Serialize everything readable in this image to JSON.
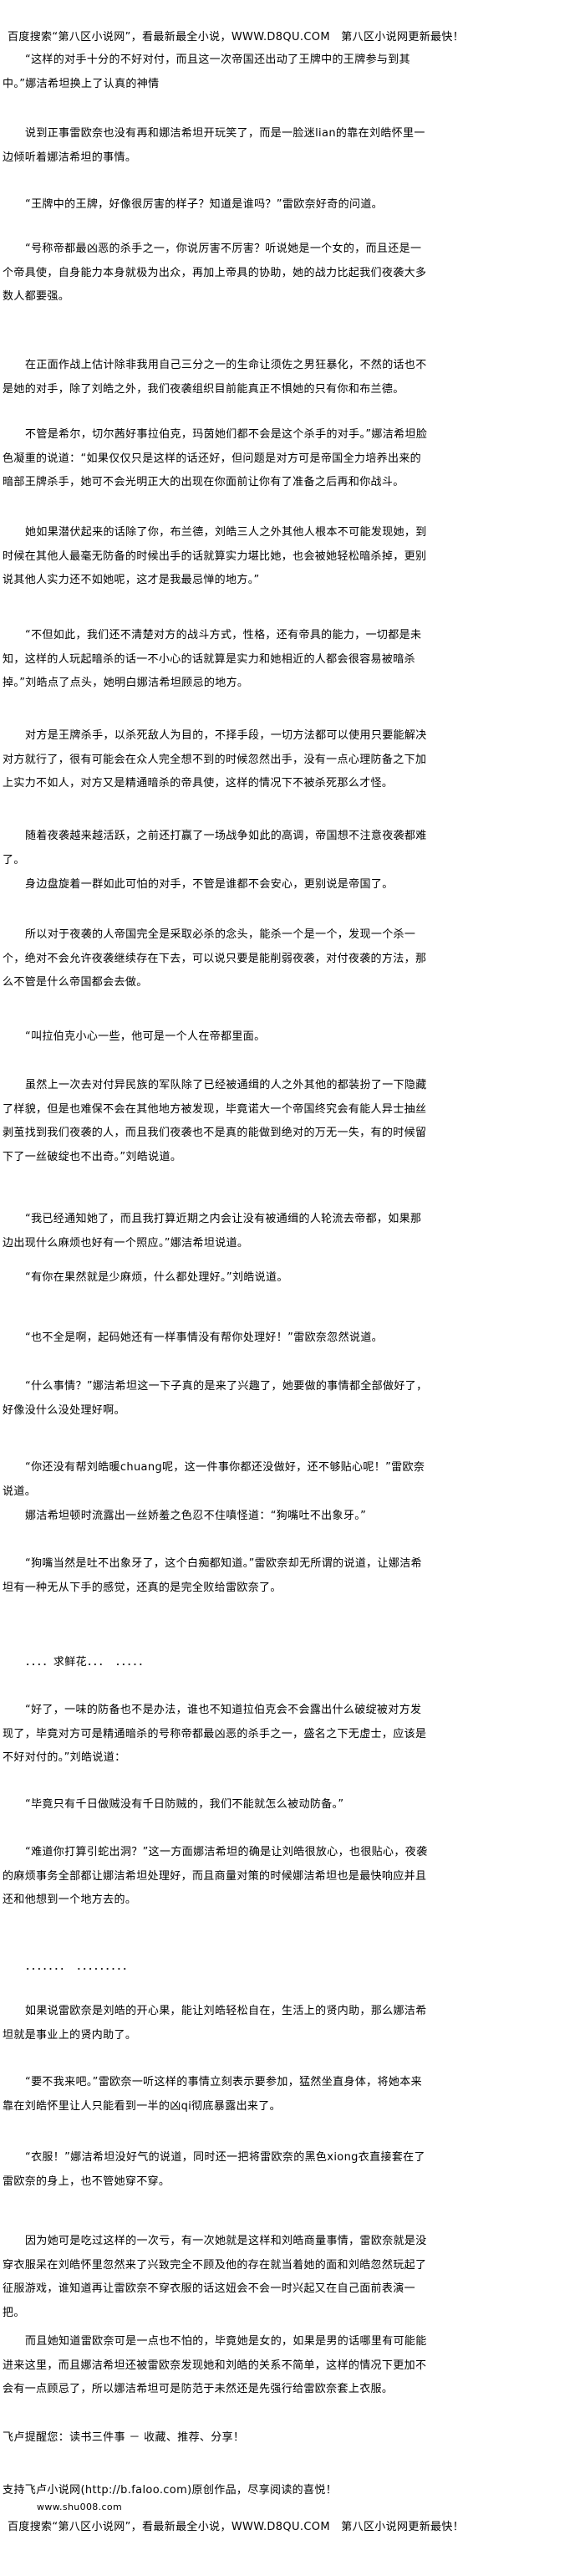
{
  "header_banner": "百度搜索“第八区小说网”，看最新最全小说，WWW.D8QU.COM　第八区小说网更新最快！",
  "paragraphs": [
    "“这样的对手十分的不好对付，而且这一次帝国还出动了王牌中的王牌参与到其中。”娜洁希坦换上了认真的神情",
    "说到正事雷欧奈也没有再和娜洁希坦开玩笑了，而是一脸迷lian的靠在刘皓怀里一边倾听着娜洁希坦的事情。",
    "“王牌中的王牌，好像很厉害的样子？知道是谁吗？”雷欧奈好奇的问道。",
    "“号称帝都最凶恶的杀手之一，你说厉害不厉害？听说她是一个女的，而且还是一个帝具使，自身能力本身就极为出众，再加上帝具的协助，她的战力比起我们夜袭大多数人都要强。",
    "在正面作战上估计除非我用自己三分之一的生命让须佐之男狂暴化，不然的话也不是她的对手，除了刘皓之外，我们夜袭组织目前能真正不惧她的只有你和布兰德。",
    "不管是希尔，切尔茜好事拉伯克，玛茵她们都不会是这个杀手的对手。”娜洁希坦脸色凝重的说道：“如果仅仅只是这样的话还好，但问题是对方可是帝国全力培养出来的暗部王牌杀手，她可不会光明正大的出现在你面前让你有了准备之后再和你战斗。",
    "她如果潜伏起来的话除了你，布兰德，刘皓三人之外其他人根本不可能发现她，到时候在其他人最毫无防备的时候出手的话就算实力堪比她，也会被她轻松暗杀掉，更别说其他人实力还不如她呢，这才是我最忌惮的地方。”",
    "“不但如此，我们还不清楚对方的战斗方式，性格，还有帝具的能力，一切都是未知，这样的人玩起暗杀的话一不小心的话就算是实力和她相近的人都会很容易被暗杀掉。”刘皓点了点头，她明白娜洁希坦顾忌的地方。",
    "对方是王牌杀手，以杀死敌人为目的，不择手段，一切方法都可以使用只要能解决对方就行了，很有可能会在众人完全想不到的时候忽然出手，没有一点心理防备之下加上实力不如人，对方又是精通暗杀的帝具使，这样的情况下不被杀死那么才怪。",
    "随着夜袭越来越活跃，之前还打赢了一场战争如此的高调，帝国想不注意夜袭都难了。",
    "身边盘旋着一群如此可怕的对手，不管是谁都不会安心，更别说是帝国了。",
    "所以对于夜袭的人帝国完全是采取必杀的念头，能杀一个是一个，发现一个杀一个，绝对不会允许夜袭继续存在下去，可以说只要是能削弱夜袭，对付夜袭的方法，那么不管是什么帝国都会去做。",
    "“叫拉伯克小心一些，他可是一个人在帝都里面。",
    "虽然上一次去对付异民族的军队除了已经被通缉的人之外其他的都装扮了一下隐藏了样貌，但是也难保不会在其他地方被发现，毕竟诺大一个帝国终究会有能人异士抽丝剥茧找到我们夜袭的人，而且我们夜袭也不是真的能做到绝对的万无一失，有的时候留下了一丝破绽也不出奇。”刘皓说道。",
    "“我已经通知她了，而且我打算近期之内会让没有被通缉的人轮流去帝都，如果那边出现什么麻烦也好有一个照应。”娜洁希坦说道。",
    "“有你在果然就是少麻烦，什么都处理好。”刘皓说道。",
    "“也不全是啊，起码她还有一样事情没有帮你处理好！”雷欧奈忽然说道。",
    "“什么事情？”娜洁希坦这一下子真的是来了兴趣了，她要做的事情都全部做好了，好像没什么没处理好啊。",
    "“你还没有帮刘皓暖chuang呢，这一件事你都还没做好，还不够贴心呢！”雷欧奈说道。",
    "娜洁希坦顿时流露出一丝娇羞之色忍不住嗔怪道：“狗嘴吐不出象牙。”",
    "“狗嘴当然是吐不出象牙了，这个白痴都知道。”雷欧奈却无所谓的说道，让娜洁希坦有一种无从下手的感觉，还真的是完全败给雷欧奈了。",
    "．．．．求鲜花．．．　．．．．．",
    "“好了，一味的防备也不是办法，谁也不知道拉伯克会不会露出什么破绽被对方发现了，毕竟对方可是精通暗杀的号称帝都最凶恶的杀手之一，盛名之下无虚士，应该是不好对付的。”刘皓说道：",
    "“毕竟只有千日做贼没有千日防贼的，我们不能就怎么被动防备。”",
    "“难道你打算引蛇出洞？”这一方面娜洁希坦的确是让刘皓很放心，也很贴心，夜袭的麻烦事务全部都让娜洁希坦处理好，而且商量对策的时候娜洁希坦也是最快响应并且还和他想到一个地方去的。",
    "．．．．．．．　．．．．．．．．．",
    "如果说雷欧奈是刘皓的开心果，能让刘皓轻松自在，生活上的贤内助，那么娜洁希坦就是事业上的贤内助了。",
    "“要不我来吧。”雷欧奈一听这样的事情立刻表示要参加，猛然坐直身体，将她本来靠在刘皓怀里让人只能看到一半的凶qi彻底暴露出来了。",
    "“衣服！”娜洁希坦没好气的说道，同时还一把将雷欧奈的黑色xiong衣直接套在了雷欧奈的身上，也不管她穿不穿。",
    "因为她可是吃过这样的一次亏，有一次她就是这样和刘皓商量事情，雷欧奈就是没穿衣服呆在刘皓怀里忽然来了兴致完全不顾及他的存在就当着她的面和刘皓忽然玩起了征服游戏，谁知道再让雷欧奈不穿衣服的话这妞会不会一时兴起又在自己面前表演一把。",
    "而且她知道雷欧奈可是一点也不怕的，毕竟她是女的，如果是男的话哪里有可能能进来这里，而且娜洁希坦还被雷欧奈发现她和刘皓的关系不简单，这样的情况下更加不会有一点顾忌了，所以娜洁希坦可是防范于未然还是先强行给雷欧奈套上衣服。"
  ],
  "footer": {
    "reminder": "飞卢提醒您：读书三件事 － 收藏、推荐、分享！",
    "support": "支持飞卢小说网(http://b.faloo.com)原创作品，尽享阅读的喜悦！",
    "site": "www.shu008.com",
    "banner": "百度搜索“第八区小说网”，看最新最全小说，WWW.D8QU.COM　第八区小说网更新最快！"
  }
}
